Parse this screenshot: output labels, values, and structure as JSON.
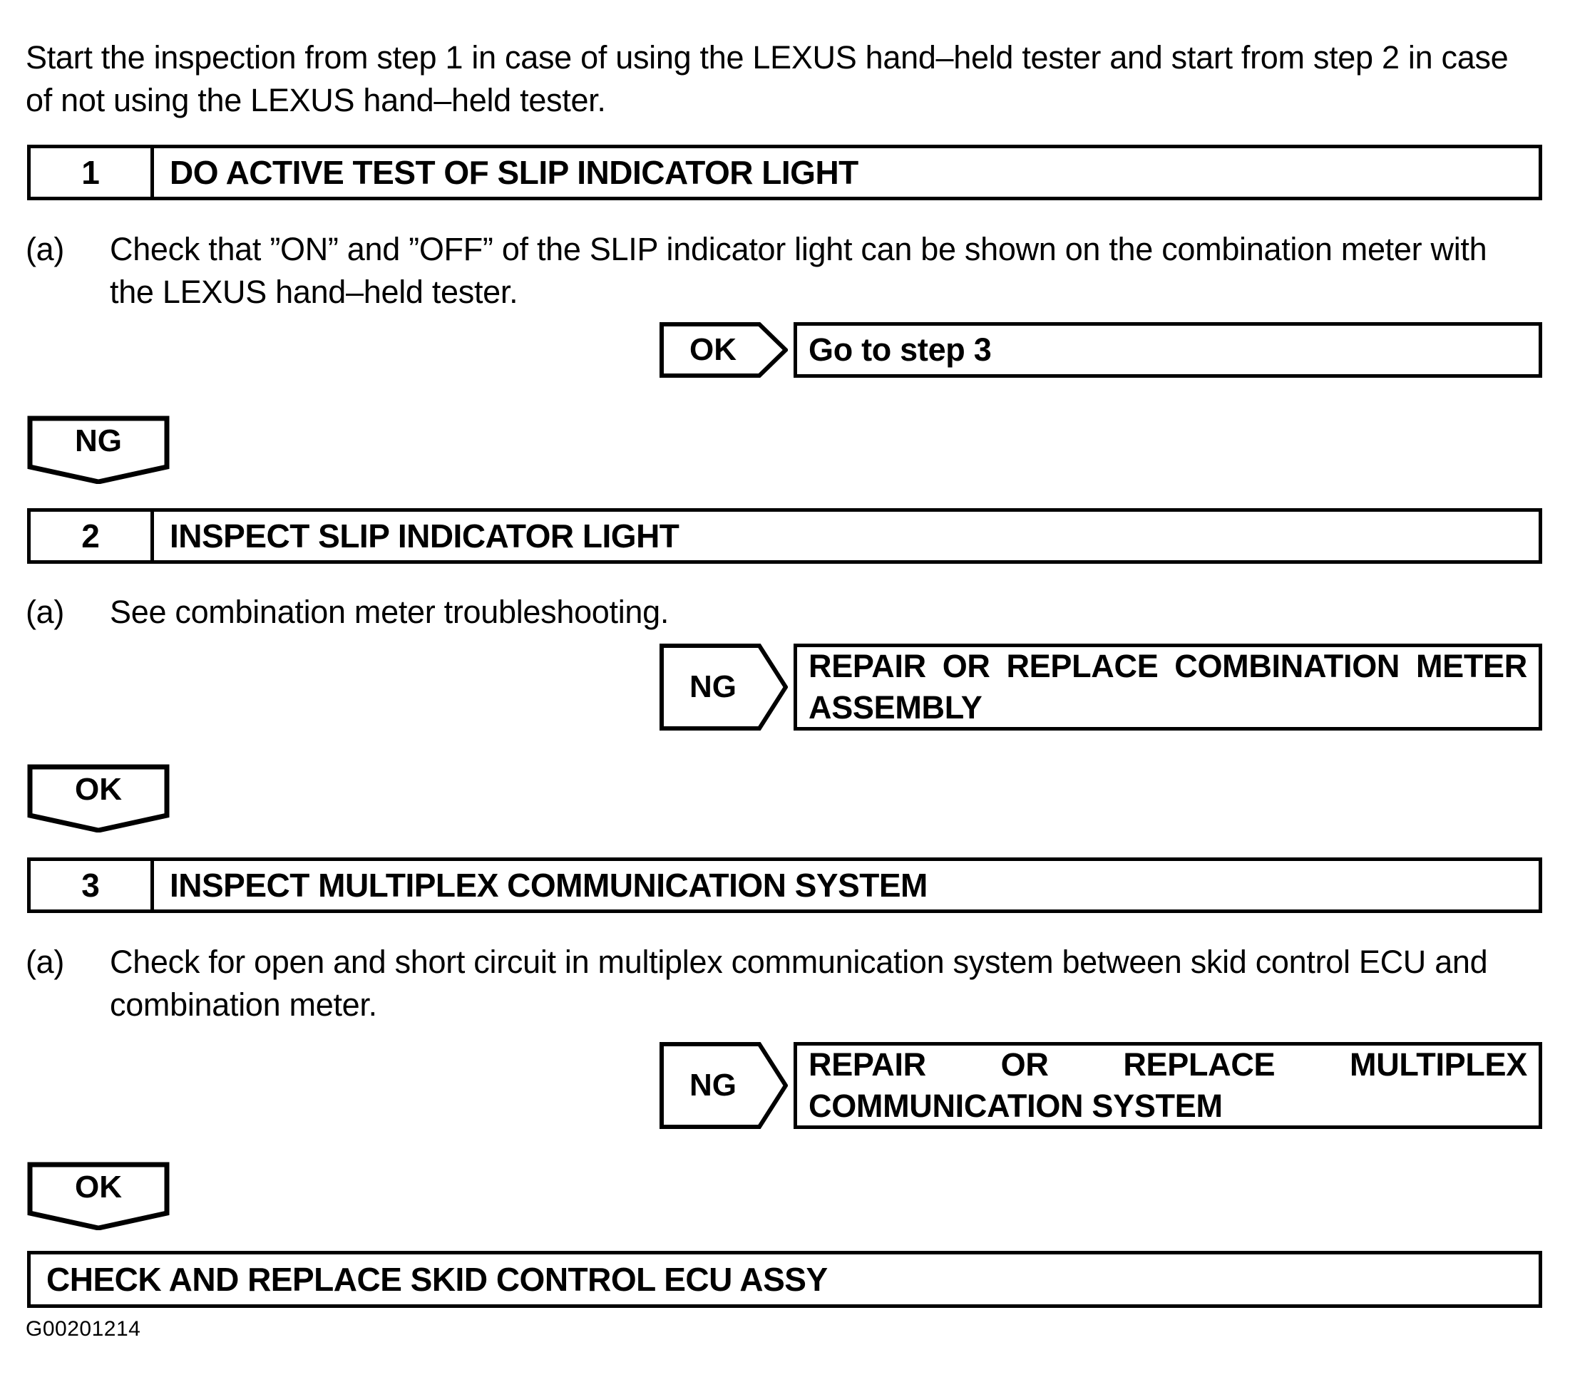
{
  "document": {
    "figure_id": "G00201214",
    "intro_lines": [
      "Start the inspection from step 1 in case of using the LEXUS hand–held tester and start from step 2 in case",
      "of not using the LEXUS hand–held tester."
    ]
  },
  "steps": [
    {
      "number": "1",
      "title": "DO ACTIVE TEST OF SLIP INDICATOR LIGHT",
      "procedure": {
        "marker": "(a)",
        "lines": [
          "Check that ”ON” and ”OFF” of the SLIP indicator light can be shown on the combination meter with",
          "the LEXUS hand–held tester."
        ]
      },
      "result": {
        "judgement": "OK",
        "lines": [
          "Go to step 3"
        ]
      },
      "flag": "NG"
    },
    {
      "number": "2",
      "title": "INSPECT SLIP INDICATOR LIGHT",
      "procedure": {
        "marker": "(a)",
        "lines": [
          "See combination meter troubleshooting."
        ]
      },
      "result": {
        "judgement": "NG",
        "line1_words": [
          "REPAIR",
          "OR",
          "REPLACE",
          "COMBINATION",
          "METER"
        ],
        "line2": "ASSEMBLY"
      },
      "flag": "OK"
    },
    {
      "number": "3",
      "title": "INSPECT MULTIPLEX COMMUNICATION SYSTEM",
      "procedure": {
        "marker": "(a)",
        "lines": [
          "Check for open and short circuit in multiplex communication system between skid control ECU and",
          "combination meter."
        ]
      },
      "result": {
        "judgement": "NG",
        "line1_words": [
          "REPAIR",
          "OR",
          "REPLACE",
          "MULTIPLEX"
        ],
        "line2": "COMMUNICATION SYSTEM"
      },
      "flag": "OK"
    }
  ],
  "conclusion": {
    "label": "CHECK AND REPLACE SKID CONTROL ECU ASSY"
  }
}
